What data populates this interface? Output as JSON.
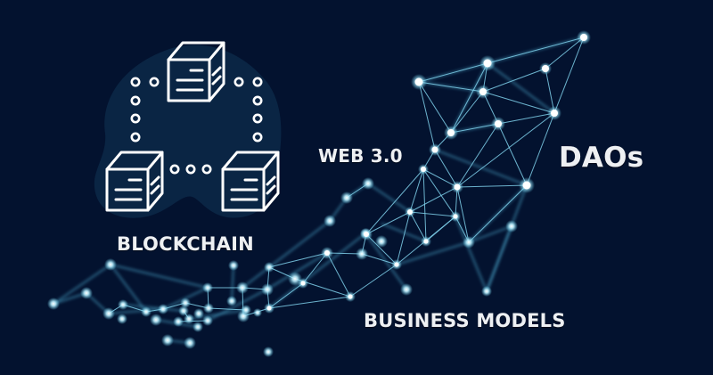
{
  "labels": {
    "blockchain": "BLOCKCHAIN",
    "web3": "WEB 3.0",
    "daos": "DAOs",
    "business_models": "BUSINESS MODELS"
  },
  "colors": {
    "background": "#03122f",
    "blob": "#0a2544",
    "line": "#6fc3e0",
    "node": "#ffffff",
    "icon_stroke": "#ffffff",
    "text": "#eef0f3"
  },
  "icons": {
    "cubes": [
      "cube-top",
      "cube-bottom-left",
      "cube-bottom-right"
    ],
    "connector": "ring-dots"
  }
}
